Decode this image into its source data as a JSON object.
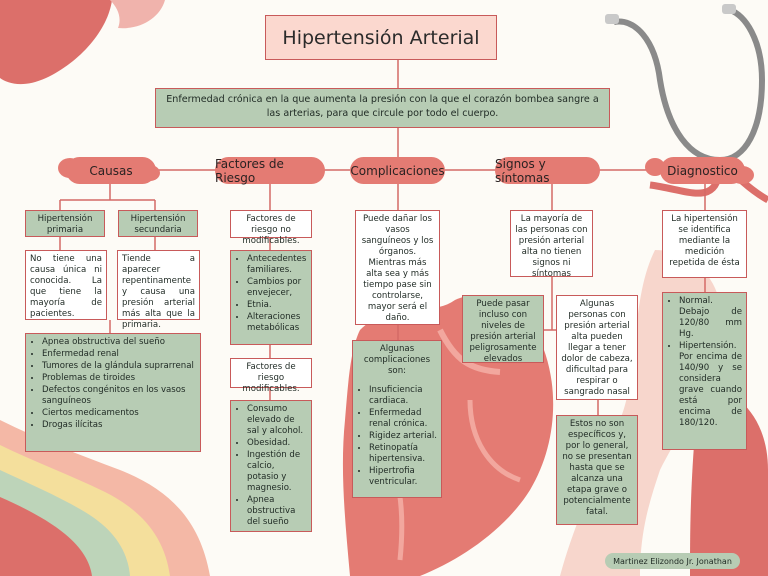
{
  "title": "Hipertensión Arterial",
  "definition": "Enfermedad crónica en la que aumenta la presión con la que el corazón bombea sangre a las arterias, para que circule por todo el cuerpo.",
  "categories": {
    "causas": "Causas",
    "factores": "Factores de Riesgo",
    "complicaciones": "Complicaciones",
    "signos": "Signos y síntomas",
    "diagnostico": "Diagnostico"
  },
  "causas": {
    "primaria_label": "Hipertensión primaria",
    "secundaria_label": "Hipertensión secundaria",
    "primaria_text": "No tiene una causa única ni conocida. La que tiene la mayoría de pacientes.",
    "secundaria_text": "Tiende a aparecer repentinamente y causa una presión arterial más alta que la primaria.",
    "list": [
      "Apnea obstructiva del sueño",
      "Enfermedad renal",
      "Tumores de la glándula suprarrenal",
      "Problemas de tiroides",
      "Defectos congénitos en los vasos sanguíneos",
      "Ciertos medicamentos",
      "Drogas ilícitas"
    ]
  },
  "factores": {
    "no_mod_label": "Factores de riesgo no modificables.",
    "no_mod_list": [
      "Antecedentes familiares.",
      "Cambios por envejecer,",
      "Etnia.",
      "Alteraciones metabólicas"
    ],
    "mod_label": "Factores de riesgo modificables.",
    "mod_list": [
      "Consumo elevado de sal y alcohol.",
      "Obesidad.",
      "Ingestión de calcio, potasio y magnesio.",
      "Apnea obstructiva del sueño"
    ]
  },
  "complicaciones": {
    "text": "Puede dañar los vasos sanguíneos y los órganos. Mientras más alta sea y más tiempo pase sin controlarse, mayor será el daño.",
    "sub_label": "Algunas complicaciones son:",
    "list": [
      "Insuficiencia cardiaca.",
      "Enfermedad renal crónica.",
      "Rigidez arterial.",
      "Retinopatía hipertensiva.",
      "Hipertrofia ventricular."
    ]
  },
  "signos": {
    "text": "La mayoría de las personas con presión arterial alta no tienen signos ni síntomas",
    "left": "Puede pasar incluso con niveles de presión arterial peligrosamente elevados",
    "right": "Algunas personas con presión arterial alta pueden llegar a tener dolor de cabeza, dificultad para respirar o sangrado nasal",
    "bottom": "Estos no son específicos y, por lo general, no se presentan hasta que se alcanza una etapa grave o potencialmente fatal."
  },
  "diagnostico": {
    "text": "La hipertensión se identifica mediante la medición repetida de ésta",
    "list": [
      "Normal. Debajo de 120/80 mm Hg.",
      "Hipertensión. Por encima de 140/90 y se considera grave cuando está por encima de 180/120."
    ]
  },
  "author": "Martinez Elizondo Jr. Jonathan"
}
